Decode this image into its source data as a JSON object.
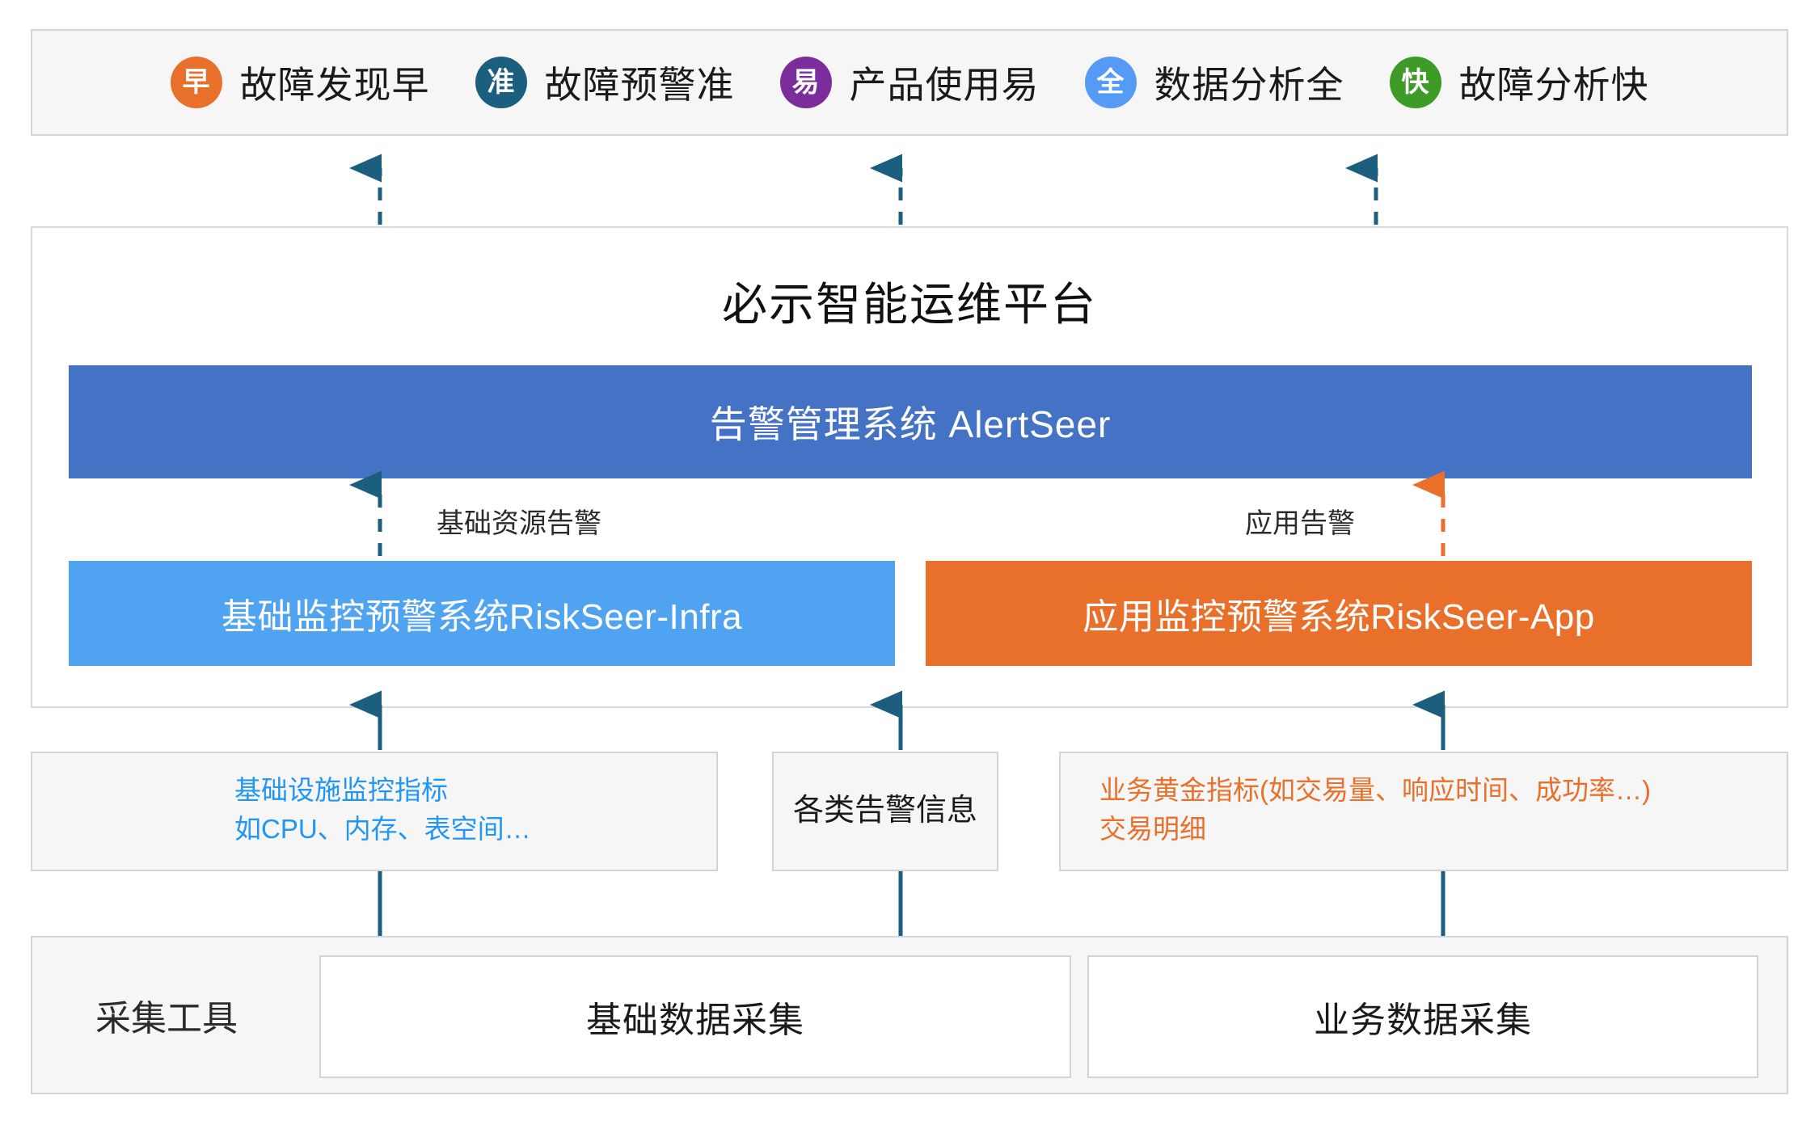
{
  "benefits": {
    "items": [
      {
        "badge": "早",
        "label": "故障发现早",
        "color": "#e8702a"
      },
      {
        "badge": "准",
        "label": "故障预警准",
        "color": "#1b5e7e"
      },
      {
        "badge": "易",
        "label": "产品使用易",
        "color": "#7b2d9b"
      },
      {
        "badge": "全",
        "label": "数据分析全",
        "color": "#559bf5"
      },
      {
        "badge": "快",
        "label": "故障分析快",
        "color": "#3e9b28"
      }
    ]
  },
  "platform": {
    "title": "必示智能运维平台",
    "alert_system": "告警管理系统 AlertSeer",
    "alert_system_color": "#4472c4",
    "infra_system": "基础监控预警系统RiskSeer-Infra",
    "infra_system_color": "#4fa3f0",
    "app_system": "应用监控预警系统RiskSeer-App",
    "app_system_color": "#e8702a",
    "infra_flow_label": "基础资源告警",
    "app_flow_label": "应用告警"
  },
  "data_boxes": {
    "infra_metrics_line1": "基础设施监控指标",
    "infra_metrics_line2": "如CPU、内存、表空间…",
    "alert_info": "各类告警信息",
    "biz_metrics_line1": "业务黄金指标(如交易量、响应时间、成功率…)",
    "biz_metrics_line2": "交易明细"
  },
  "collection": {
    "tools_label": "采集工具",
    "base_collect": "基础数据采集",
    "biz_collect": "业务数据采集"
  },
  "colors": {
    "arrow_teal": "#1b5e7e",
    "arrow_orange": "#e8702a",
    "panel_bg": "#f6f6f6",
    "panel_border": "#d4d4d4"
  }
}
